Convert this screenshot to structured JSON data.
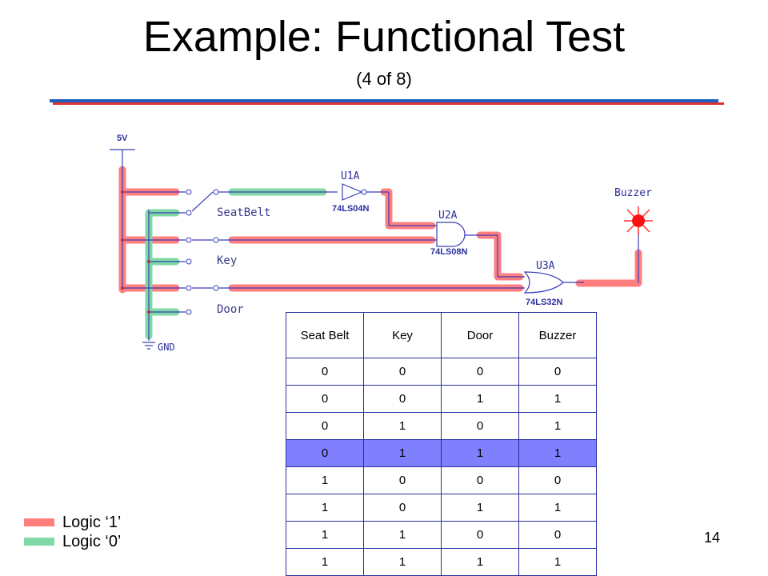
{
  "slide": {
    "title": "Example: Functional Test",
    "subtitle": "(4 of 8)",
    "page_number": "14"
  },
  "colors": {
    "logic_one": "#ff7f7f",
    "logic_zero": "#7fd9a6",
    "highlight_row": "#8080ff",
    "rule_blue": "#1f5fbf",
    "rule_red": "#e03030",
    "wire": "#3a3fb8"
  },
  "circuit": {
    "supply": "5V",
    "ground": "GND",
    "switches": [
      "SeatBelt",
      "Key",
      "Door"
    ],
    "gates": [
      {
        "ref": "U1A",
        "part": "74LS04N"
      },
      {
        "ref": "U2A",
        "part": "74LS08N"
      },
      {
        "ref": "U3A",
        "part": "74LS32N"
      }
    ],
    "output": "Buzzer"
  },
  "truth_table": {
    "headers": [
      "Seat Belt",
      "Key",
      "Door",
      "Buzzer"
    ],
    "rows": [
      [
        "0",
        "0",
        "0",
        "0"
      ],
      [
        "0",
        "0",
        "1",
        "1"
      ],
      [
        "0",
        "1",
        "0",
        "1"
      ],
      [
        "0",
        "1",
        "1",
        "1"
      ],
      [
        "1",
        "0",
        "0",
        "0"
      ],
      [
        "1",
        "0",
        "1",
        "1"
      ],
      [
        "1",
        "1",
        "0",
        "0"
      ],
      [
        "1",
        "1",
        "1",
        "1"
      ]
    ],
    "highlighted_row": 3
  },
  "legend": [
    {
      "label": "Logic ‘1’",
      "color": "#ff7f7f"
    },
    {
      "label": "Logic ‘0’",
      "color": "#7fd9a6"
    }
  ]
}
